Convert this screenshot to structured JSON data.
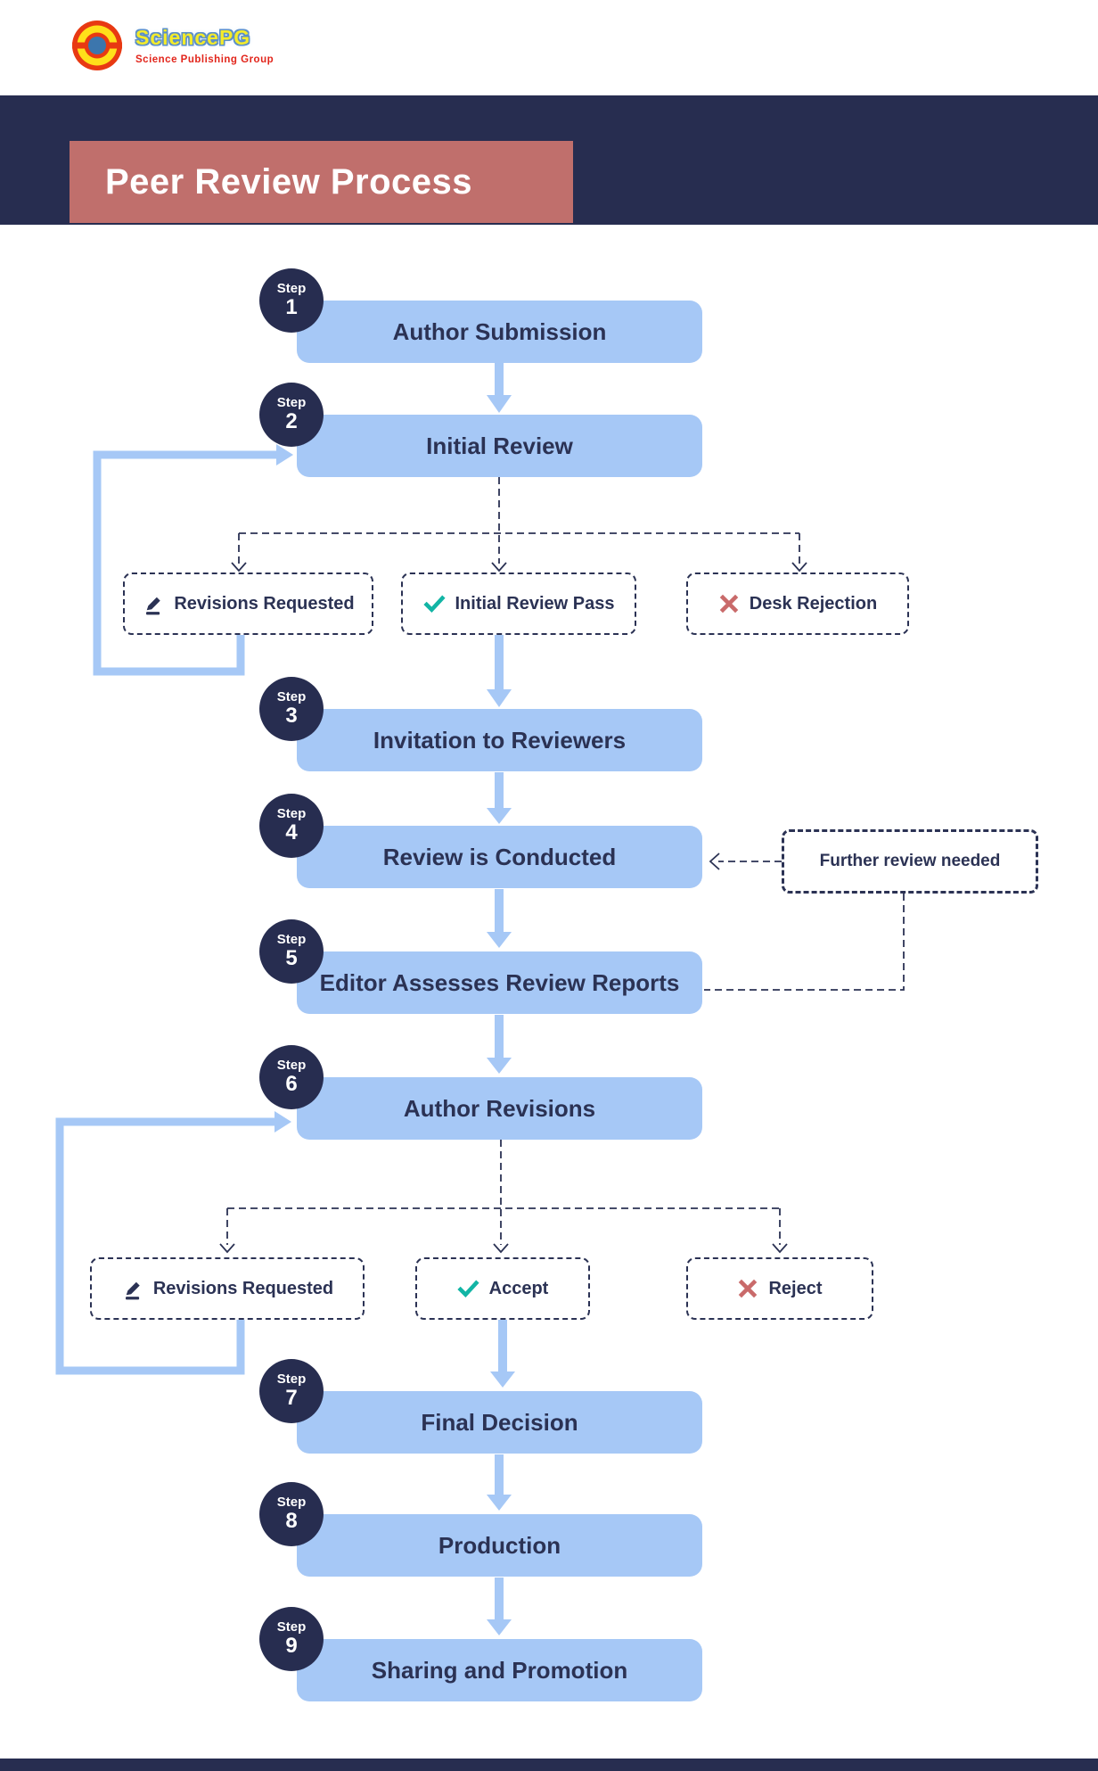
{
  "logo": {
    "name": "SciencePG",
    "tagline": "Science Publishing Group",
    "mark": "concentric-target-logo"
  },
  "header": {
    "title": "Peer Review Process"
  },
  "steps": [
    {
      "step_label": "Step",
      "number": "1",
      "title": "Author Submission"
    },
    {
      "step_label": "Step",
      "number": "2",
      "title": "Initial Review"
    },
    {
      "step_label": "Step",
      "number": "3",
      "title": "Invitation to Reviewers"
    },
    {
      "step_label": "Step",
      "number": "4",
      "title": "Review is Conducted"
    },
    {
      "step_label": "Step",
      "number": "5",
      "title": "Editor Assesses Review Reports"
    },
    {
      "step_label": "Step",
      "number": "6",
      "title": "Author Revisions"
    },
    {
      "step_label": "Step",
      "number": "7",
      "title": "Final Decision"
    },
    {
      "step_label": "Step",
      "number": "8",
      "title": "Production"
    },
    {
      "step_label": "Step",
      "number": "9",
      "title": "Sharing and Promotion"
    }
  ],
  "branches_initial_review": [
    {
      "label": "Revisions Requested",
      "icon": "edit-icon"
    },
    {
      "label": "Initial Review Pass",
      "icon": "check-icon"
    },
    {
      "label": "Desk Rejection",
      "icon": "x-icon"
    }
  ],
  "branches_author_revisions": [
    {
      "label": "Revisions Requested",
      "icon": "edit-icon"
    },
    {
      "label": "Accept",
      "icon": "check-icon"
    },
    {
      "label": "Reject",
      "icon": "x-icon"
    }
  ],
  "side_note": {
    "label": "Further review needed"
  },
  "colors": {
    "navy": "#272d50",
    "text_navy": "#2b3254",
    "rose_title": "#c06f6c",
    "flow_blue": "#a6c8f6",
    "check_teal": "#12b5a5",
    "reject_red": "#c96a6a",
    "logo_red": "#e83912",
    "logo_yellow": "#ffe01a",
    "logo_blue": "#3c76ad"
  }
}
